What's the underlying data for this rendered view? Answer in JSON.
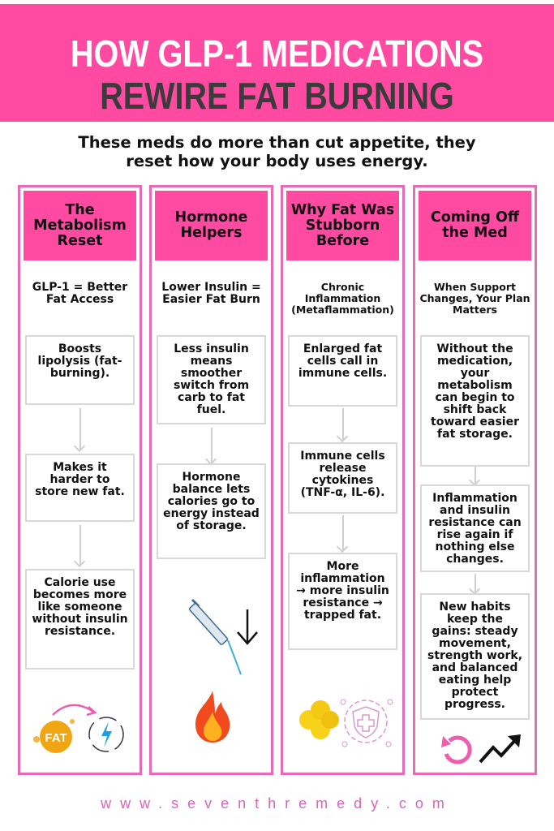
{
  "title": {
    "line1": "HOW GLP-1 MEDICATIONS",
    "line2": "REWIRE FAT BURNING"
  },
  "subtitle": {
    "line1": "These meds do more than cut appetite, they",
    "line2": "reset how your body uses energy."
  },
  "columns": [
    {
      "heading": "The Metabolism Reset",
      "subheading": "GLP-1 = Better Fat Access",
      "boxes": [
        "Boosts lipolysis (fat-burning).",
        "Makes it harder to store new fat.",
        "Calorie use becomes more like someone without insulin resistance."
      ],
      "icon_label": "FAT"
    },
    {
      "heading": "Hormone Helpers",
      "subheading": "Lower Insulin = Easier Fat Burn",
      "boxes": [
        "Less insulin means smoother switch from carb to fat fuel.",
        "Hormone balance lets calories go to energy instead of storage."
      ]
    },
    {
      "heading": "Why Fat Was Stubborn Before",
      "subheading": "Chronic Inflammation (Metaflammation)",
      "boxes": [
        "Enlarged fat cells call in immune cells.",
        "Immune cells release cytokines (TNF-α, IL-6).",
        "More inflammation → more insulin resistance → trapped fat."
      ]
    },
    {
      "heading": "Coming Off the Med",
      "subheading": "When Support Changes, Your Plan Matters",
      "boxes": [
        "Without the medication, your metabolism can begin to shift back toward easier fat storage.",
        "Inflammation and insulin resistance can rise again if nothing else changes.",
        "New habits keep the gains: steady movement, strength work, and balanced eating help protect progress."
      ]
    }
  ],
  "footer": "www.seventhremedy.com",
  "colors": {
    "pink": "#ff4aa2",
    "border": "#e66ab4",
    "dark": "#3b3b3b"
  }
}
